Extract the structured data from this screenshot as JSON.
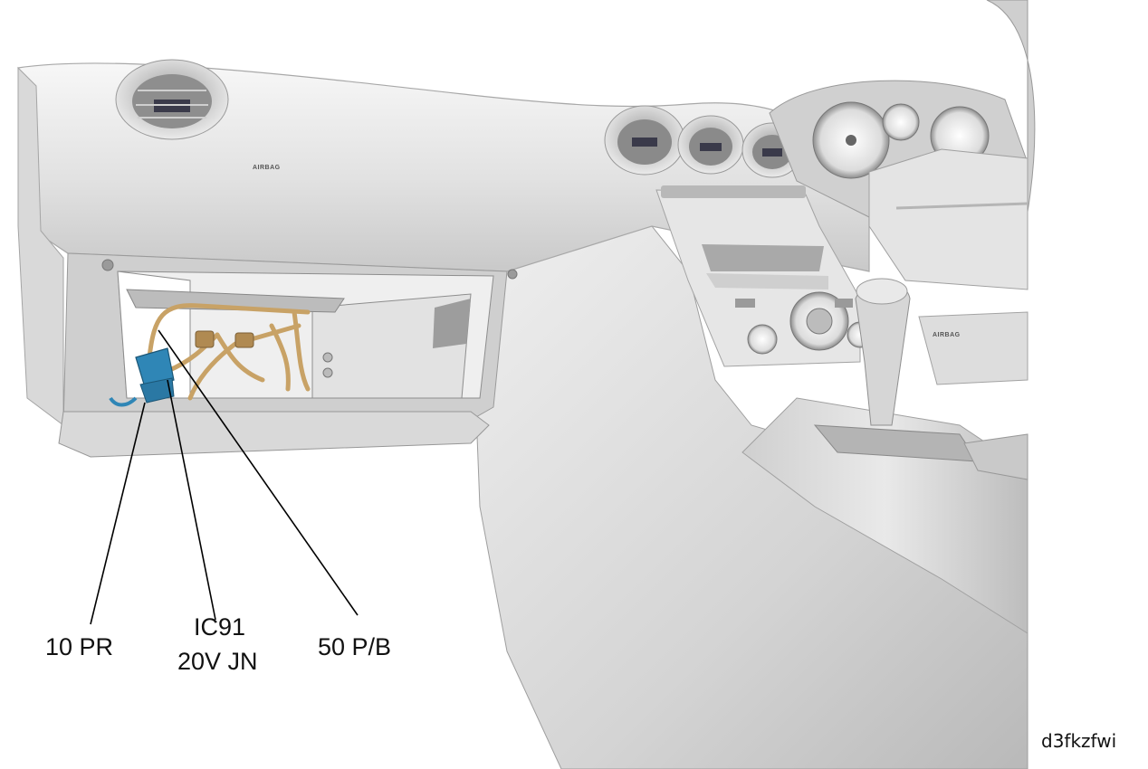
{
  "diagram": {
    "dashboard_marking": "AIRBAG",
    "shifter_marking": "AIRBAG",
    "callouts": [
      {
        "id": "10pr",
        "lines": [
          "10 PR"
        ]
      },
      {
        "id": "ic91",
        "lines": [
          "IC91",
          "20V JN"
        ]
      },
      {
        "id": "50pb",
        "lines": [
          "50 P/B"
        ]
      }
    ],
    "reference_code": "d3fkzfwi",
    "colors": {
      "connector_blue": "#2f86b6",
      "harness_tan": "#c8a266",
      "panel_light": "#eeeeee",
      "panel_shadow": "#bdbdbd",
      "leader_line": "#000000"
    }
  }
}
